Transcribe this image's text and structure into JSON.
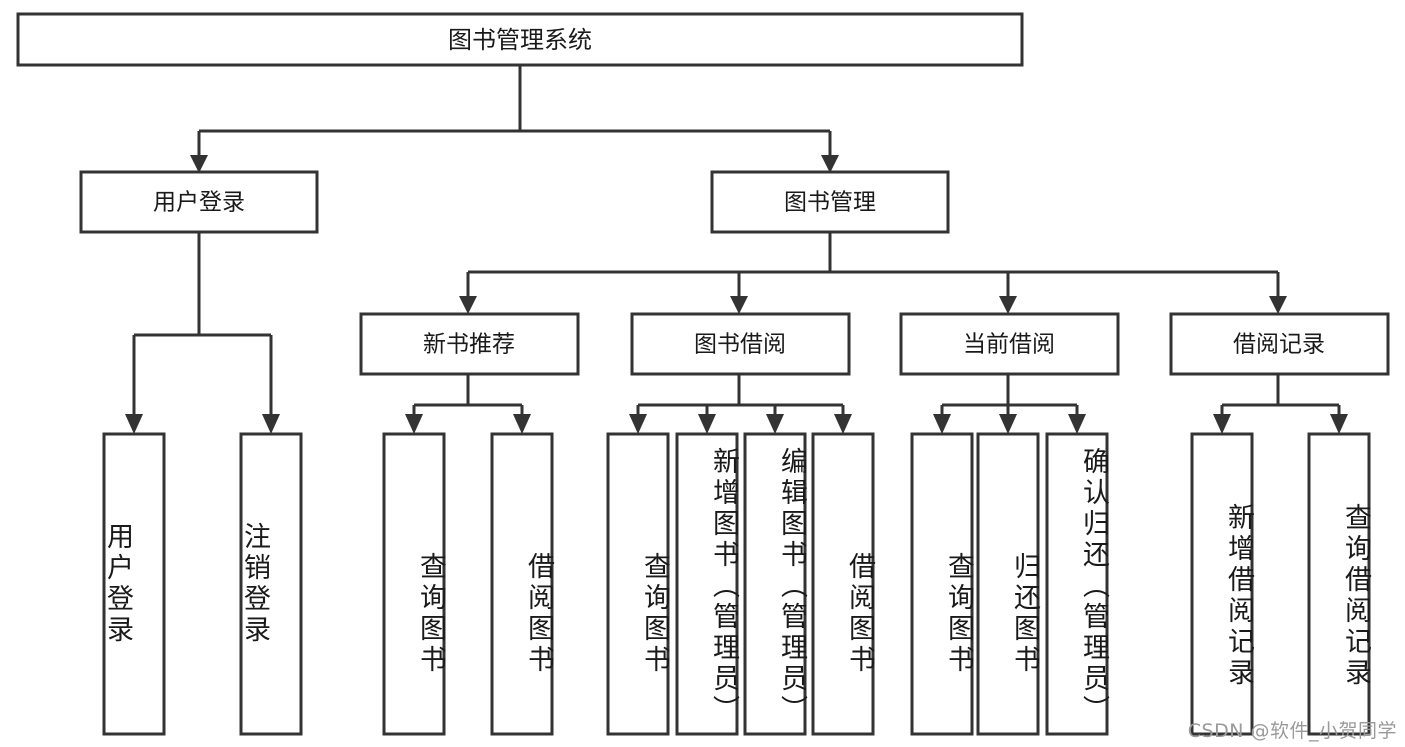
{
  "diagram": {
    "type": "tree",
    "title": "图书管理系统",
    "orientation": "top-down",
    "colors": {
      "background": "#ffffff",
      "box_fill": "#ffffff",
      "box_stroke": "#333333",
      "text": "#1a1a1a",
      "watermark": "#9a9a9a"
    },
    "root": {
      "label": "图书管理系统"
    },
    "level2": [
      {
        "label": "用户登录"
      },
      {
        "label": "图书管理"
      }
    ],
    "level3": [
      {
        "label": "新书推荐"
      },
      {
        "label": "图书借阅"
      },
      {
        "label": "当前借阅"
      },
      {
        "label": "借阅记录"
      }
    ],
    "leaves": {
      "user_login": [
        {
          "label": "用户登录"
        },
        {
          "label": "注销登录"
        }
      ],
      "new_book": [
        {
          "label": "查询图书"
        },
        {
          "label": "借阅图书"
        }
      ],
      "book_borrow": [
        {
          "label": "查询图书"
        },
        {
          "label": "新增图书（管理员）"
        },
        {
          "label": "编辑图书（管理员）"
        },
        {
          "label": "借阅图书"
        }
      ],
      "current_borrow": [
        {
          "label": "查询图书"
        },
        {
          "label": "归还图书"
        },
        {
          "label": "确认归还（管理员）"
        }
      ],
      "borrow_record": [
        {
          "label": "新增借阅记录"
        },
        {
          "label": "查询借阅记录"
        }
      ]
    },
    "watermark": "CSDN @软件_小贺同学"
  }
}
